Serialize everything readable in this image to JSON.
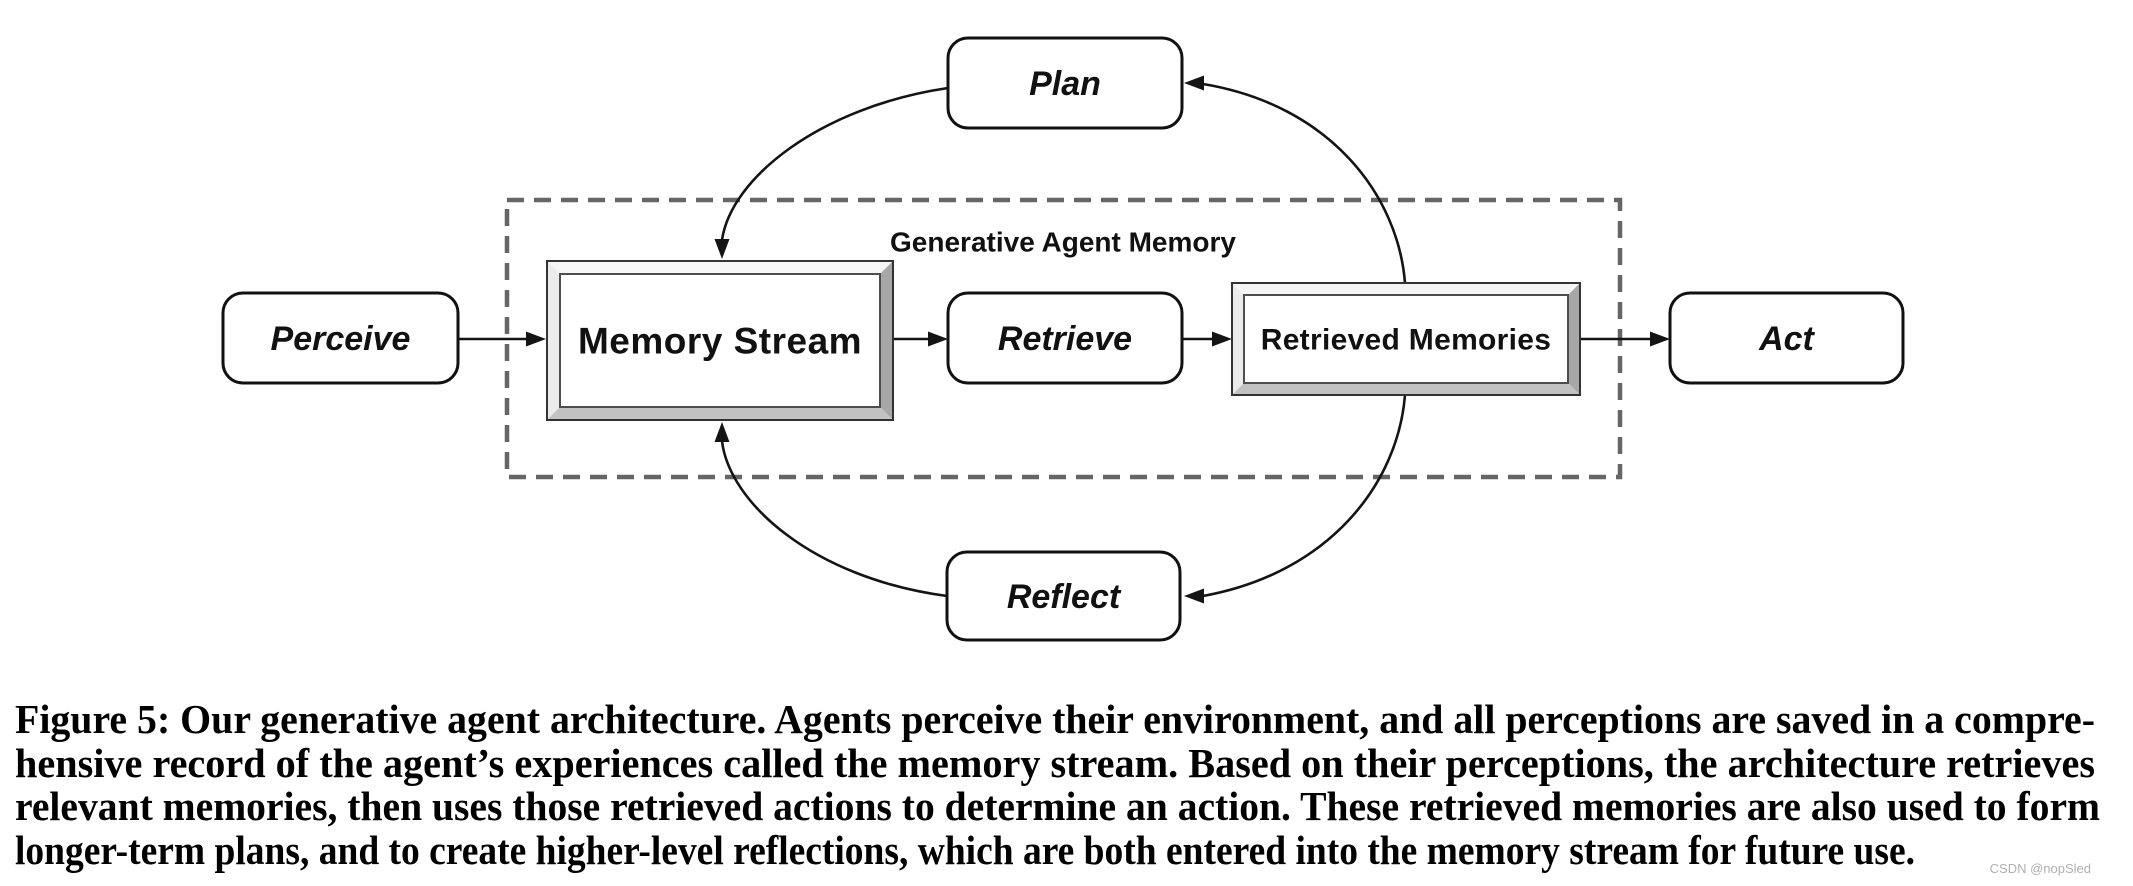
{
  "figure": {
    "caption_lines": [
      "Figure 5: Our generative agent architecture. Agents perceive their environment, and all perceptions are saved in a compre-",
      "hensive record of the agent’s experiences called the memory stream. Based on their perceptions, the architecture retrieves",
      "relevant memories, then uses those retrieved actions to determine an action. These retrieved memories are also used to form",
      "longer-term plans, and to create higher-level reflections, which are both entered into the memory stream for future use."
    ],
    "watermark": "CSDN @nopSled"
  },
  "diagram": {
    "region_label": "Generative Agent Memory",
    "nodes": {
      "perceive": {
        "label": "Perceive"
      },
      "memory_stream": {
        "label": "Memory Stream"
      },
      "retrieve": {
        "label": "Retrieve"
      },
      "retrieved_memories": {
        "label": "Retrieved Memories"
      },
      "act": {
        "label": "Act"
      },
      "plan": {
        "label": "Plan"
      },
      "reflect": {
        "label": "Reflect"
      }
    },
    "edges": [
      {
        "from": "Perceive",
        "to": "Memory Stream"
      },
      {
        "from": "Memory Stream",
        "to": "Retrieve"
      },
      {
        "from": "Retrieve",
        "to": "Retrieved Memories"
      },
      {
        "from": "Retrieved Memories",
        "to": "Act"
      },
      {
        "from": "Retrieved Memories",
        "to": "Plan"
      },
      {
        "from": "Plan",
        "to": "Memory Stream"
      },
      {
        "from": "Retrieved Memories",
        "to": "Reflect"
      },
      {
        "from": "Reflect",
        "to": "Memory Stream"
      }
    ],
    "colors": {
      "line": "#141414",
      "dashed_border": "#666666",
      "bevel_light": "#f6f6f6",
      "bevel_shadow": "#a7a7a7",
      "node_fill": "#ffffff",
      "watermark": "#b0b0b0"
    }
  }
}
